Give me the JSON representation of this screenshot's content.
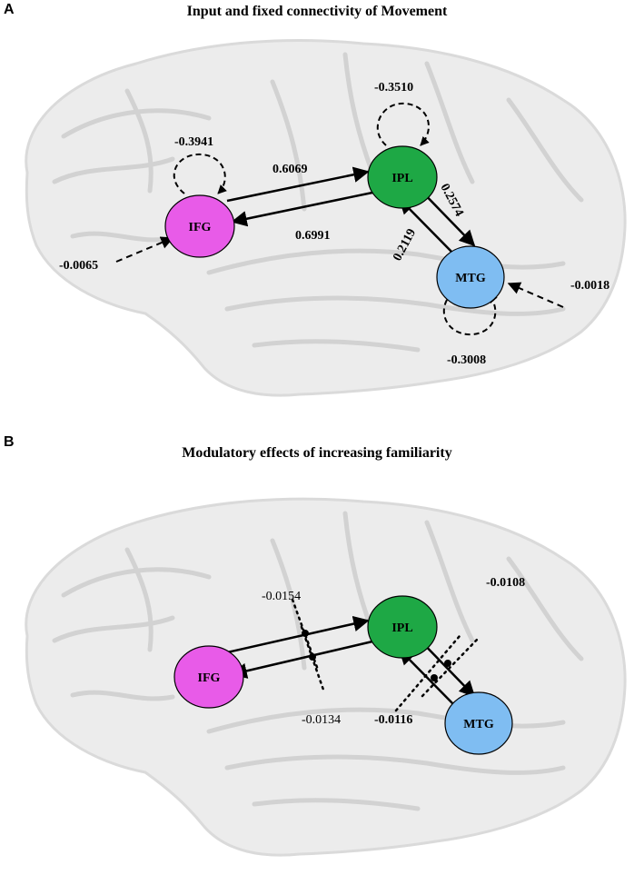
{
  "panel_a": {
    "letter": "A",
    "title": "Input and fixed connectivity of Movement",
    "nodes": [
      {
        "id": "IFG",
        "label": "IFG",
        "color": "#e85be8"
      },
      {
        "id": "IPL",
        "label": "IPL",
        "color": "#1ea845"
      },
      {
        "id": "MTG",
        "label": "MTG",
        "color": "#7fbdf2"
      }
    ],
    "connections": {
      "ifg_to_ipl": "0.6069",
      "ipl_to_ifg": "0.6991",
      "ipl_to_mtg": "0.2574",
      "mtg_to_ipl": "0.2119"
    },
    "self_connections": {
      "ifg": "-0.3941",
      "ipl": "-0.3510",
      "mtg": "-0.3008"
    },
    "inputs": {
      "ifg": "-0.0065",
      "mtg": "-0.0018"
    }
  },
  "panel_b": {
    "letter": "B",
    "title": "Modulatory effects of increasing familiarity",
    "nodes": [
      {
        "id": "IFG",
        "label": "IFG",
        "color": "#e85be8"
      },
      {
        "id": "IPL",
        "label": "IPL",
        "color": "#1ea845"
      },
      {
        "id": "MTG",
        "label": "MTG",
        "color": "#7fbdf2"
      }
    ],
    "modulations": {
      "ifg_to_ipl": "-0.0154",
      "ipl_to_ifg": "-0.0134",
      "ipl_to_mtg": "-0.0108",
      "mtg_to_ipl": "-0.0116"
    }
  }
}
